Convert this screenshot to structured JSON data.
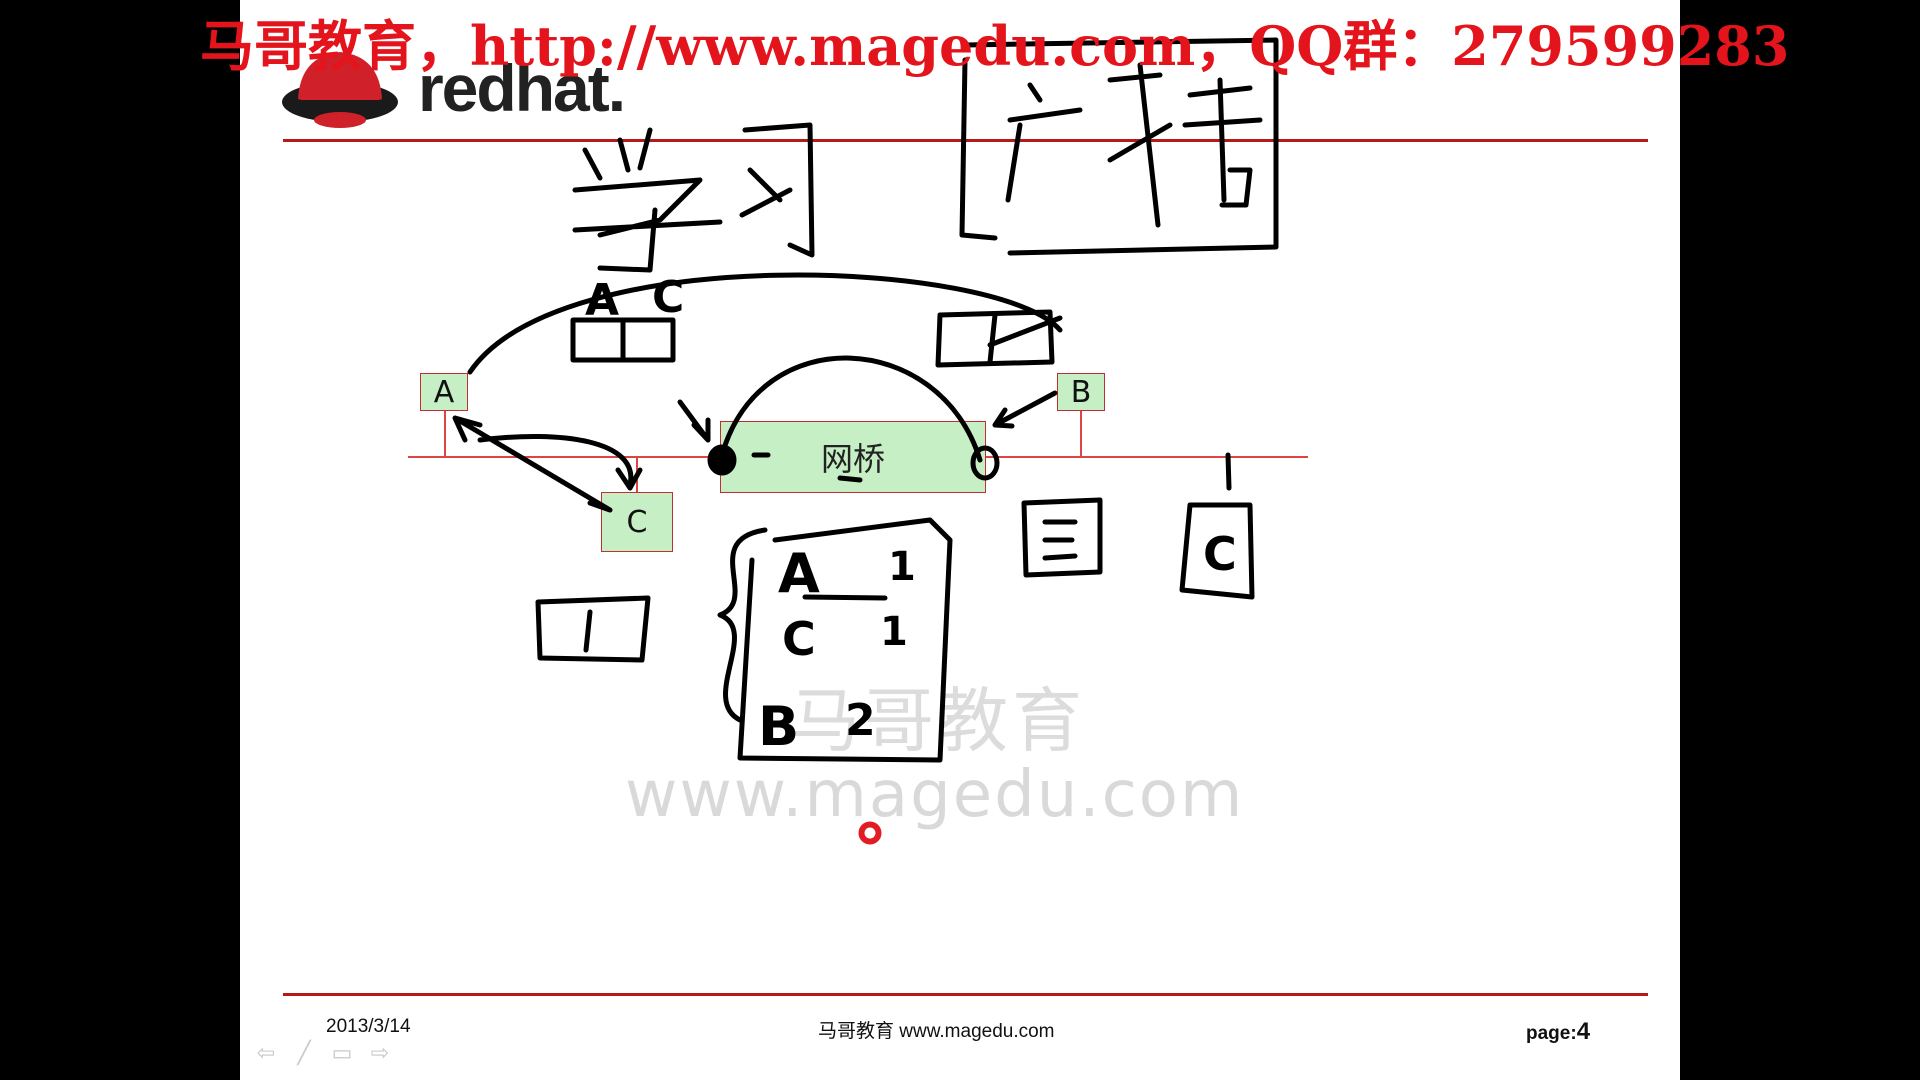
{
  "banner": {
    "text": "马哥教育，http://www.magedu.com，QQ群：279599283"
  },
  "logo": {
    "word": "redhat."
  },
  "diagram": {
    "host_a": "A",
    "host_b": "B",
    "host_c": "C",
    "bridge_label": "网桥"
  },
  "watermark": {
    "line1": "马哥教育",
    "line2": "www.magedu.com"
  },
  "footer": {
    "date": "2013/3/14",
    "center": "马哥教育 www.magedu.com",
    "page_prefix": "page:",
    "page_number": "4"
  },
  "handwriting": {
    "title_left": "学习",
    "title_right": "广播",
    "mac_table_header_a": "A",
    "mac_table_header_c": "C",
    "table_rows": [
      {
        "host": "A",
        "port": "1"
      },
      {
        "host": "C",
        "port": "1"
      },
      {
        "host": "B",
        "port": "2"
      }
    ],
    "box_right_label": "C"
  },
  "colors": {
    "banner": "#e4141c",
    "node_fill": "#c6efc6",
    "rule": "#b51a1a"
  },
  "icons": [
    "redhat-shadowman-icon",
    "prev-arrow-icon",
    "pen-icon",
    "menu-icon",
    "next-arrow-icon",
    "pointer-icon"
  ]
}
